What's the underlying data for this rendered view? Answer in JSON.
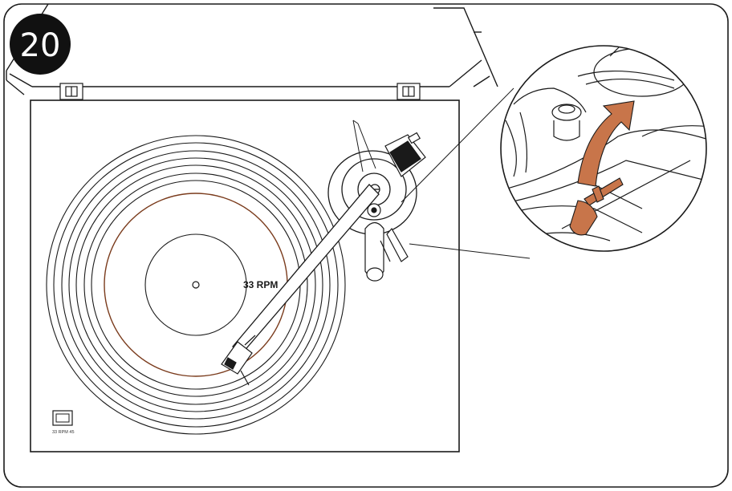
{
  "step": {
    "number": "20"
  },
  "platter": {
    "speed_label": "33 RPM"
  },
  "speed_switch": {
    "label": "33 RPM 45"
  },
  "colors": {
    "outline": "#1a1a1a",
    "accent": "#c8754a",
    "record_ring": "#7a3b1c",
    "badge": "#111111",
    "background": "#ffffff"
  },
  "icons": {
    "step_badge": "circle-badge",
    "rotate_arrow": "curved-arrow-icon",
    "cue_lever": "lever-icon"
  }
}
